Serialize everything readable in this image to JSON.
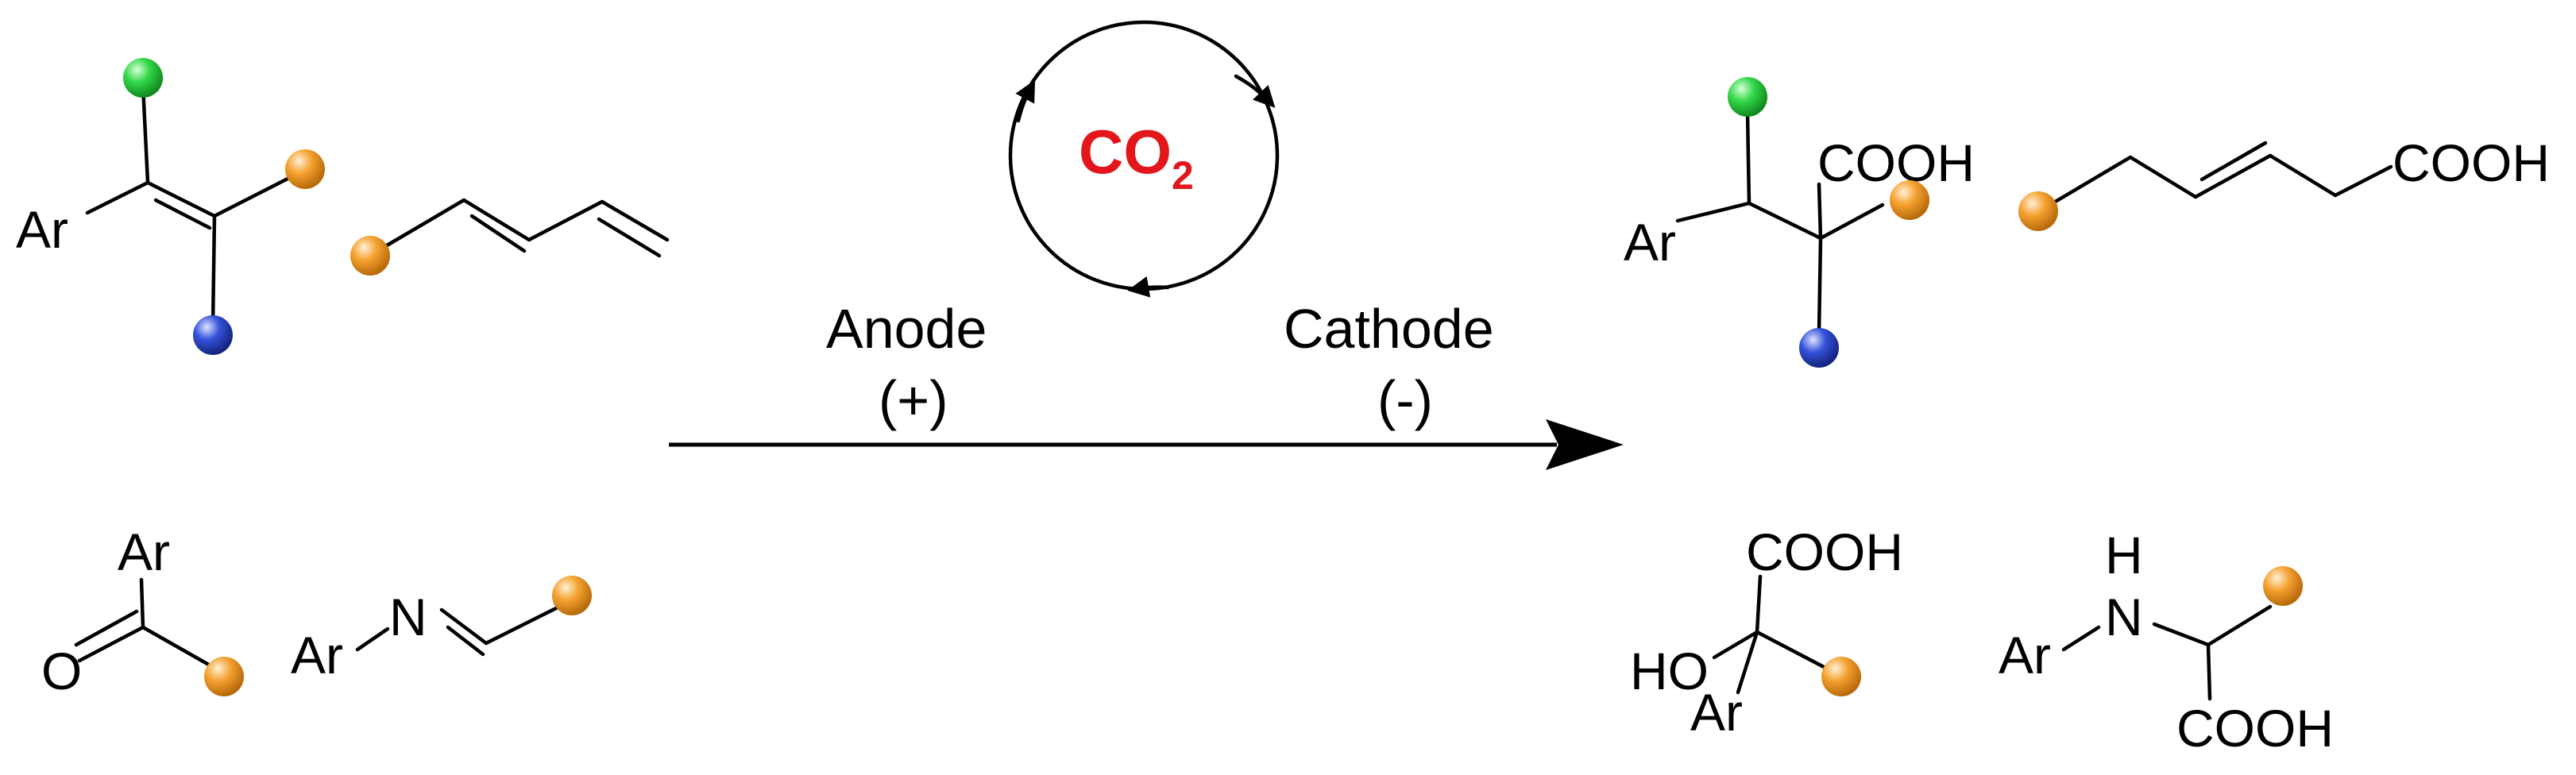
{
  "reaction": {
    "anode_label": "Anode",
    "anode_sign": "(+)",
    "cathode_label": "Cathode",
    "cathode_sign": "(-)",
    "co2_main": "CO",
    "co2_subscript": "2"
  },
  "labels": {
    "ar": "Ar",
    "o": "O",
    "n": "N",
    "nh": "H",
    "cooh": "COOH",
    "ho": "HO"
  },
  "colors": {
    "co2_text": "#e3161b",
    "sphere_green": "#35d84a",
    "sphere_orange": "#f5a231",
    "sphere_blue": "#3553dc"
  }
}
